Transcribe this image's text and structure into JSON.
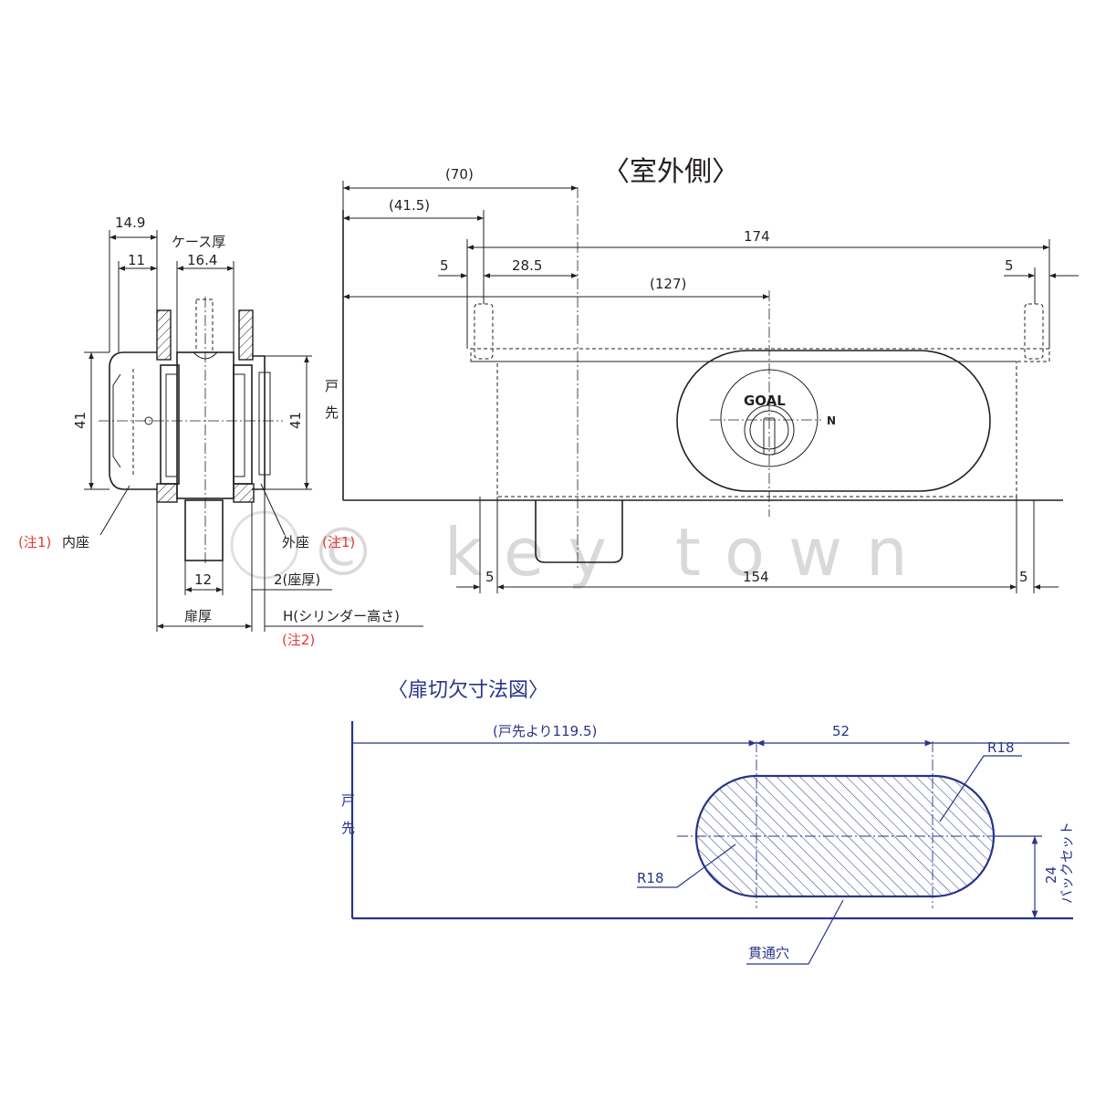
{
  "outdoor_view": {
    "title": "〈室外側〉",
    "dims": {
      "d70": "(70)",
      "d41_5": "(41.5)",
      "d174": "174",
      "d5_left": "5",
      "d28_5": "28.5",
      "d127": "(127)",
      "d5_right": "5",
      "d5_bottom_left": "5",
      "d154": "154",
      "d5_bottom_right": "5"
    },
    "door_edge_label_1": "戸",
    "door_edge_label_2": "先",
    "cylinder_brand": "GOAL",
    "cylinder_mark": "N"
  },
  "side_view": {
    "dims": {
      "d14_9": "14.9",
      "case_thickness": "ケース厚",
      "d11": "11",
      "d16_4": "16.4",
      "d41_left": "41",
      "d41_right": "41",
      "d12": "12",
      "seat_thickness": "2(座厚)",
      "door_thickness": "扉厚",
      "cylinder_height": "H(シリンダー高さ)"
    },
    "inner_seat_note": "(注1)",
    "inner_seat_label": "内座",
    "outer_seat_label": "外座",
    "outer_seat_note": "(注1)",
    "note2": "(注2)"
  },
  "cutout_view": {
    "title": "〈扉切欠寸法図〉",
    "dims": {
      "from_edge": "(戸先より119.5)",
      "d52": "52",
      "r18_top": "R18",
      "r18_bottom": "R18",
      "d24": "24",
      "backset": "バックセット"
    },
    "door_edge_label_1": "戸",
    "door_edge_label_2": "先",
    "through_hole": "貫通穴"
  },
  "watermark": "© key town",
  "colors": {
    "ink": "#231f20",
    "blue": "#28358a",
    "note_red": "#e23b33"
  }
}
